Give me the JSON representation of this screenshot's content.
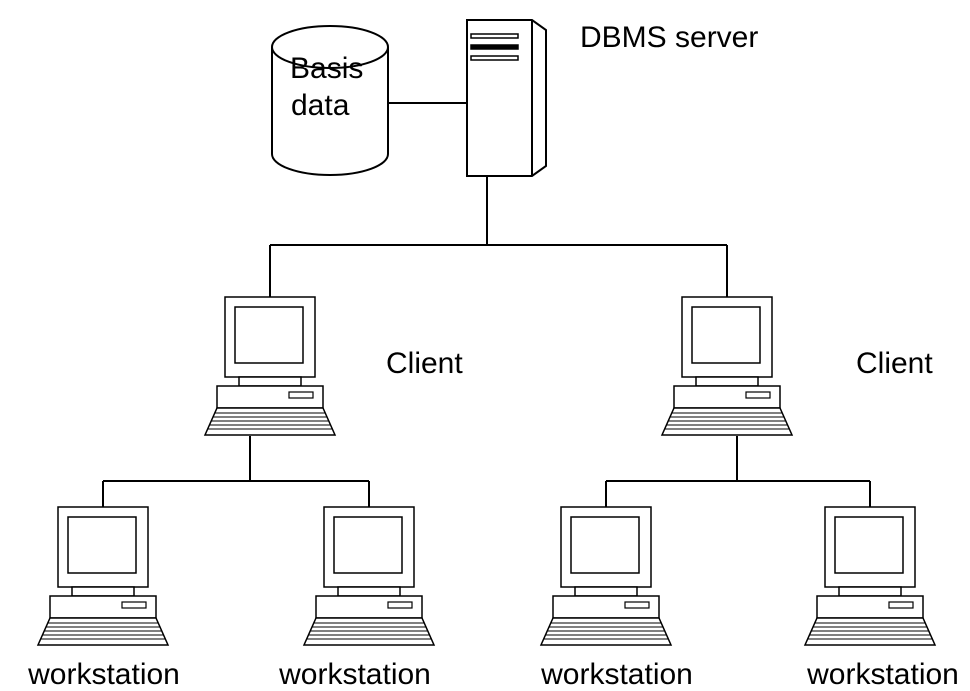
{
  "database": {
    "label_line1": "Basis",
    "label_line2": "data"
  },
  "server": {
    "label": "DBMS server"
  },
  "clients": [
    {
      "label": "Client"
    },
    {
      "label": "Client"
    }
  ],
  "workstations": [
    {
      "label": "workstation"
    },
    {
      "label": "workstation"
    },
    {
      "label": "workstation"
    },
    {
      "label": "workstation"
    }
  ]
}
